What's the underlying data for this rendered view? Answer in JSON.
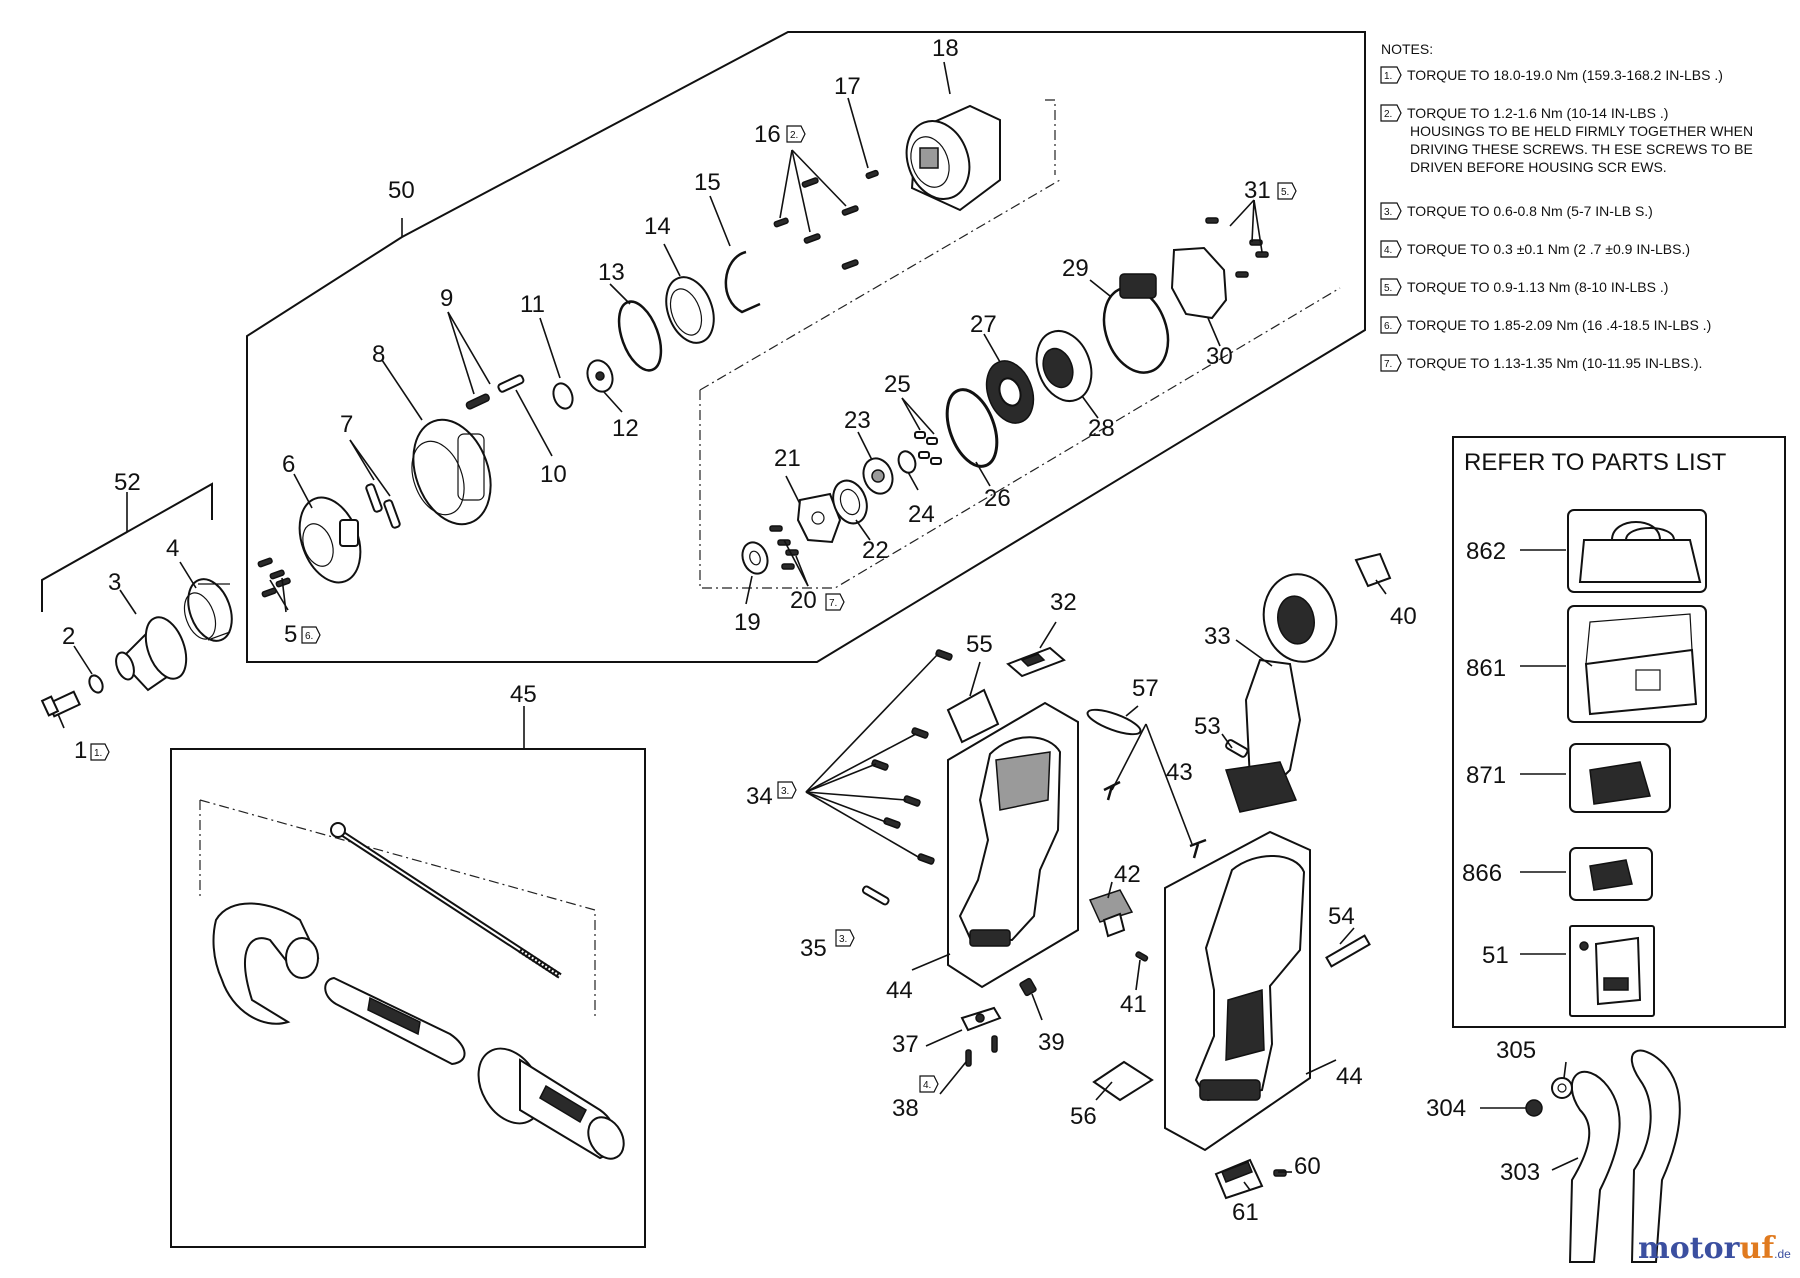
{
  "notes": {
    "heading": "NOTES:",
    "items": [
      {
        "tag": "1.",
        "lines": [
          "TORQUE TO 18.0-19.0 Nm (159.3-168.2 IN-LBS         .)"
        ]
      },
      {
        "tag": "2.",
        "lines": [
          "TORQUE TO 1.2-1.6 Nm (10-14 IN-LBS       .)",
          "HOUSINGS TO BE HELD FIRMLY TOGETHER WHEN",
          "DRIVING THESE SCREWS.  TH       ESE SCREWS TO BE",
          "DRIVEN BEFORE HOUSING SCR        EWS."
        ]
      },
      {
        "tag": "3.",
        "lines": [
          "TORQUE TO 0.6-0.8 Nm (5-7        IN-LB S.)"
        ]
      },
      {
        "tag": "4.",
        "lines": [
          "TORQUE TO 0.3 ±0.1 Nm (2      .7 ±0.9 IN-LBS.)"
        ]
      },
      {
        "tag": "5.",
        "lines": [
          "TORQUE TO 0.9-1.13 Nm (8-10 IN-LBS        .)"
        ]
      },
      {
        "tag": "6.",
        "lines": [
          "TORQUE TO 1.85-2.09 Nm (16       .4-18.5 IN-LBS   .)"
        ]
      },
      {
        "tag": "7.",
        "lines": [
          "TORQUE TO 1.13-1.35 Nm (10-11.95 IN-LBS.)."
        ]
      }
    ]
  },
  "refer_box": {
    "title": "REFER TO PARTS LIST",
    "items": [
      {
        "number": "862",
        "icon": "tool-bag-icon"
      },
      {
        "number": "861",
        "icon": "carry-case-icon"
      },
      {
        "number": "871",
        "icon": "charger-icon"
      },
      {
        "number": "866",
        "icon": "battery-icon"
      },
      {
        "number": "51",
        "icon": "belt-hook-icon"
      }
    ]
  },
  "callouts": {
    "c1": "1",
    "c2": "2",
    "c3": "3",
    "c4": "4",
    "c5": "5",
    "c6": "6",
    "c7": "7",
    "c8": "8",
    "c9": "9",
    "c10": "10",
    "c11": "11",
    "c12": "12",
    "c13": "13",
    "c14": "14",
    "c15": "15",
    "c16": "16",
    "c17": "17",
    "c18": "18",
    "c19": "19",
    "c20": "20",
    "c21": "21",
    "c22": "22",
    "c23": "23",
    "c24": "24",
    "c25": "25",
    "c26": "26",
    "c27": "27",
    "c28": "28",
    "c29": "29",
    "c30": "30",
    "c31": "31",
    "c32": "32",
    "c33": "33",
    "c34": "34",
    "c35": "35",
    "c37": "37",
    "c38": "38",
    "c39": "39",
    "c40": "40",
    "c41": "41",
    "c42": "42",
    "c43": "43",
    "c44a": "44",
    "c44b": "44",
    "c45": "45",
    "c50": "50",
    "c52": "52",
    "c53": "53",
    "c54": "54",
    "c55": "55",
    "c56": "56",
    "c57": "57",
    "c60": "60",
    "c61": "61",
    "c303": "303",
    "c304": "304",
    "c305": "305"
  },
  "torque_tags": {
    "t1": "1.",
    "t2": "2.",
    "t3a": "3.",
    "t3b": "3.",
    "t4": "4.",
    "t5": "5.",
    "t6": "6.",
    "t7": "7."
  },
  "watermark": {
    "part1": "motor",
    "part2": "uf",
    "suffix": ".de"
  }
}
